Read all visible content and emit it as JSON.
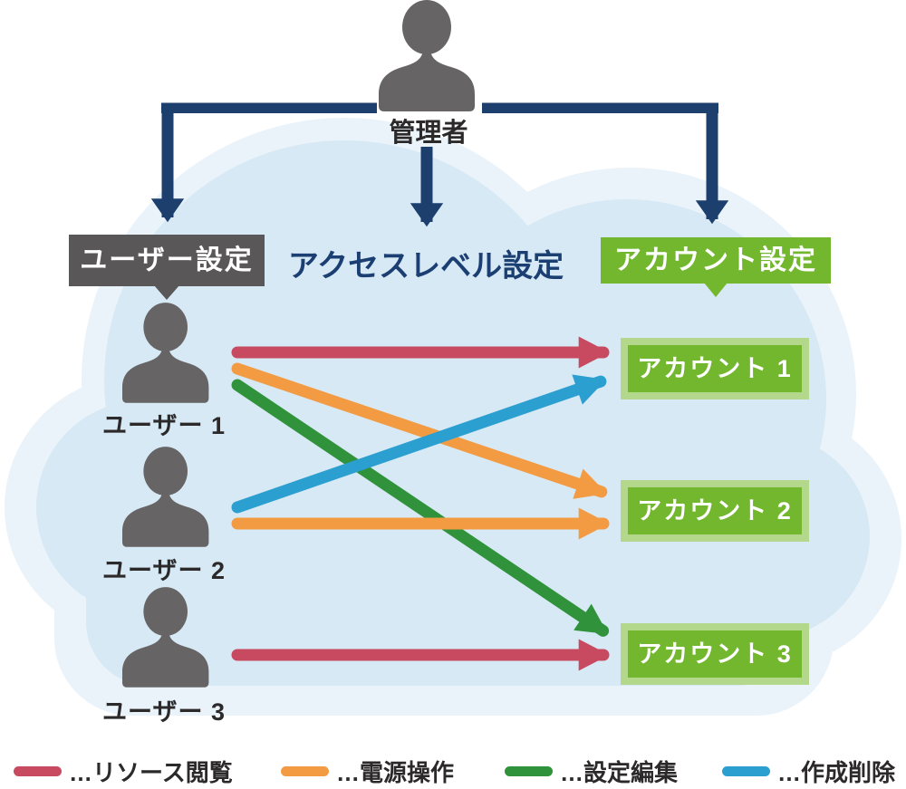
{
  "diagram": {
    "admin_label": "管理者",
    "settings": {
      "user": "ユーザー設定",
      "access_level": "アクセスレベル設定",
      "account": "アカウント設定"
    },
    "users": [
      {
        "label": "ユーザー 1"
      },
      {
        "label": "ユーザー 2"
      },
      {
        "label": "ユーザー 3"
      }
    ],
    "accounts": [
      {
        "label": "アカウント 1"
      },
      {
        "label": "アカウント 2"
      },
      {
        "label": "アカウント 3"
      }
    ],
    "connections": [
      {
        "from": "ユーザー 1",
        "to": "アカウント 1",
        "action": "リソース閲覧",
        "color": "#c84a61"
      },
      {
        "from": "ユーザー 1",
        "to": "アカウント 2",
        "action": "電源操作",
        "color": "#f39b43"
      },
      {
        "from": "ユーザー 1",
        "to": "アカウント 3",
        "action": "設定編集",
        "color": "#30923b"
      },
      {
        "from": "ユーザー 2",
        "to": "アカウント 1",
        "action": "作成削除",
        "color": "#2c9fd1"
      },
      {
        "from": "ユーザー 2",
        "to": "アカウント 2",
        "action": "電源操作",
        "color": "#f39b43"
      },
      {
        "from": "ユーザー 3",
        "to": "アカウント 3",
        "action": "リソース閲覧",
        "color": "#c84a61"
      }
    ],
    "legend": [
      {
        "label": "…リソース閲覧",
        "color": "#c84a61"
      },
      {
        "label": "…電源操作",
        "color": "#f39b43"
      },
      {
        "label": "…設定編集",
        "color": "#30923b"
      },
      {
        "label": "…作成削除",
        "color": "#2c9fd1"
      }
    ],
    "colors": {
      "navy": "#1c3f6e",
      "heading_navy": "#1b3f72",
      "cloud_outer": "#eaf3fa",
      "cloud_inner": "#d7e9f4",
      "figure_gray": "#666464",
      "gray_box": "#595757",
      "green_box": "#72b72e",
      "green_frame": "#b4d88b",
      "text_dark": "#2b2929"
    }
  }
}
